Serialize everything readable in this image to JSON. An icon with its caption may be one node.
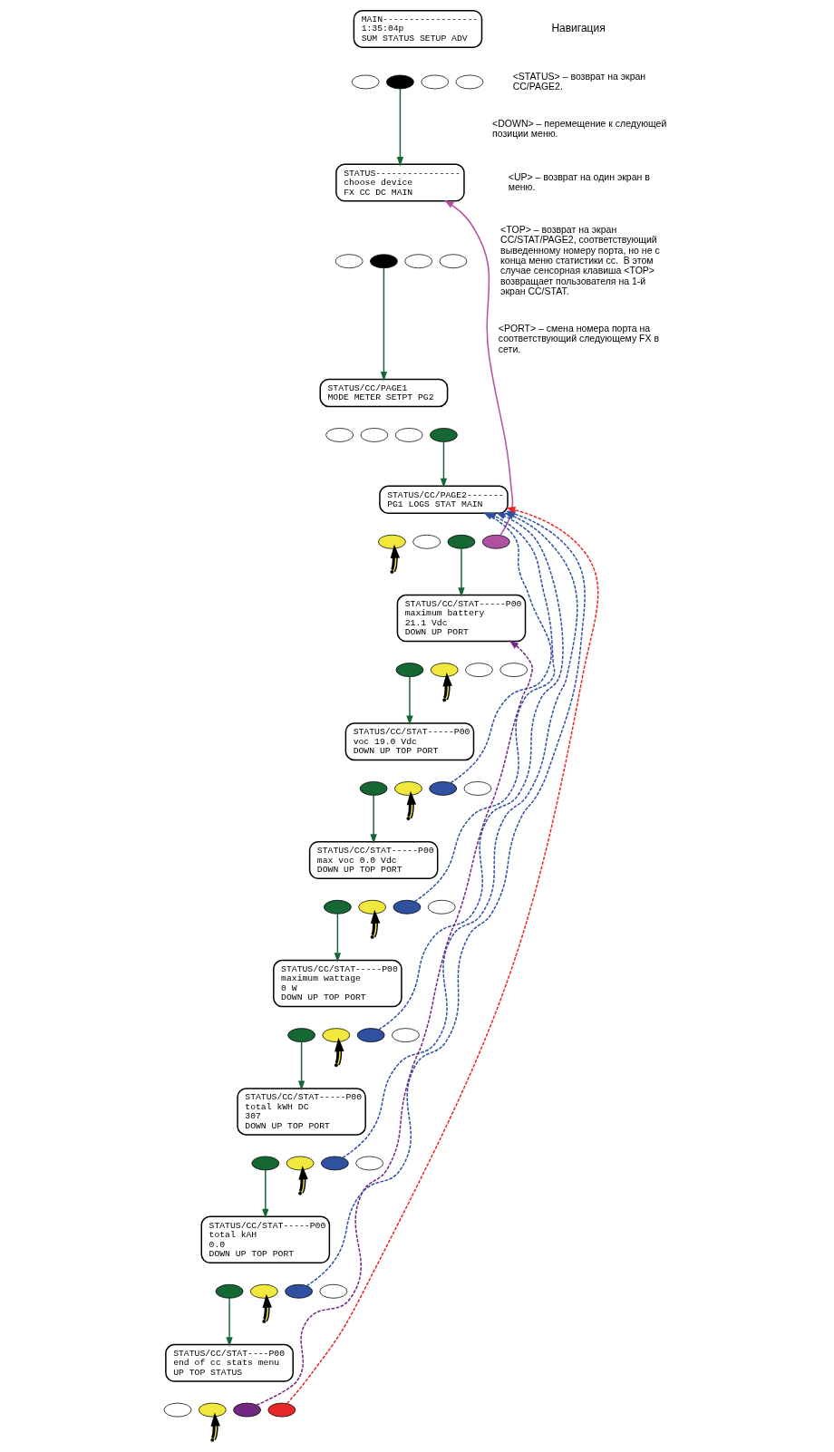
{
  "diagram": {
    "nodes": [
      {
        "text": [
          "MAIN------------------",
          "1:35:04p",
          "SUM STATUS SETUP ADV"
        ]
      },
      {
        "text": [],
        "shape": "ellipse"
      },
      {
        "text": [],
        "shape": "ellipse"
      },
      {
        "text": [],
        "shape": "ellipse"
      },
      {
        "text": [],
        "shape": "ellipse"
      },
      {
        "text": [
          "STATUS----------------",
          "choose device",
          "FX CC DC MAIN"
        ]
      },
      {
        "text": [],
        "shape": "ellipse"
      },
      {
        "text": [],
        "shape": "ellipse"
      },
      {
        "text": [],
        "shape": "ellipse"
      },
      {
        "text": [],
        "shape": "ellipse"
      },
      {
        "text": [
          "STATUS/CC/PAGE1",
          "MODE METER SETPT PG2"
        ]
      },
      {
        "text": [],
        "shape": "ellipse"
      },
      {
        "text": [],
        "shape": "ellipse"
      },
      {
        "text": [],
        "shape": "ellipse"
      },
      {
        "text": [],
        "shape": "ellipse"
      },
      {
        "text": [
          "STATUS/CC/PAGE2-------",
          "PG1 LOGS STAT MAIN"
        ]
      },
      {
        "text": [],
        "shape": "ellipse"
      },
      {
        "text": [],
        "shape": "ellipse"
      },
      {
        "text": [],
        "shape": "ellipse"
      },
      {
        "text": [],
        "shape": "ellipse"
      },
      {
        "text": [
          "STATUS/CC/STAT-----P00",
          "maximum battery",
          "21.1 Vdc",
          "DOWN UP PORT"
        ]
      },
      {
        "text": [],
        "shape": "ellipse"
      },
      {
        "text": [],
        "shape": "ellipse"
      },
      {
        "text": [],
        "shape": "ellipse"
      },
      {
        "text": [],
        "shape": "ellipse"
      },
      {
        "text": [
          "STATUS/CC/STAT-----P00",
          "voc 19.0 Vdc",
          "DOWN UP TOP PORT"
        ]
      },
      {
        "text": [],
        "shape": "ellipse"
      },
      {
        "text": [],
        "shape": "ellipse"
      },
      {
        "text": [],
        "shape": "ellipse"
      },
      {
        "text": [],
        "shape": "ellipse"
      },
      {
        "text": [
          "STATUS/CC/STAT-----P00",
          "max voc 0.0 Vdc",
          "DOWN UP TOP PORT"
        ]
      },
      {
        "text": [],
        "shape": "ellipse"
      },
      {
        "text": [],
        "shape": "ellipse"
      },
      {
        "text": [],
        "shape": "ellipse"
      },
      {
        "text": [],
        "shape": "ellipse"
      },
      {
        "text": [
          "STATUS/CC/STAT-----P00",
          "maximum wattage",
          "0 W",
          "DOWN UP TOP PORT"
        ]
      },
      {
        "text": [],
        "shape": "ellipse"
      },
      {
        "text": [],
        "shape": "ellipse"
      },
      {
        "text": [],
        "shape": "ellipse"
      },
      {
        "text": [],
        "shape": "ellipse"
      },
      {
        "text": [
          "STATUS/CC/STAT-----P00",
          "total kWH DC",
          "307",
          "DOWN UP TOP PORT"
        ]
      },
      {
        "text": [],
        "shape": "ellipse"
      },
      {
        "text": [],
        "shape": "ellipse"
      },
      {
        "text": [],
        "shape": "ellipse"
      },
      {
        "text": [],
        "shape": "ellipse"
      },
      {
        "text": [
          "STATUS/CC/STAT-----P00",
          "total kAH",
          "0.0",
          "DOWN UP TOP PORT"
        ]
      },
      {
        "text": [],
        "shape": "ellipse"
      },
      {
        "text": [],
        "shape": "ellipse"
      },
      {
        "text": [],
        "shape": "ellipse"
      },
      {
        "text": [],
        "shape": "ellipse"
      },
      {
        "text": [
          "STATUS/CC/STAT----P00",
          "end of cc stats menu",
          "UP TOP STATUS"
        ]
      },
      {
        "text": [],
        "shape": "ellipse"
      },
      {
        "text": [],
        "shape": "ellipse"
      },
      {
        "text": [],
        "shape": "ellipse"
      },
      {
        "text": [],
        "shape": "ellipse"
      }
    ],
    "edges": [
      {
        "from": 2,
        "to": 5,
        "arrow": "to"
      },
      {
        "from": 7,
        "to": 10,
        "arrow": "to"
      },
      {
        "from": 14,
        "to": 15,
        "arrow": "to"
      },
      {
        "from": null,
        "to": 16,
        "arrow": "to",
        "color": "#f0e83c"
      },
      {
        "from": 18,
        "to": 20,
        "arrow": "to"
      },
      {
        "from": 19,
        "to": 5,
        "arrow": "to",
        "color": "#b050a0"
      },
      {
        "from": 21,
        "to": 25,
        "arrow": "to"
      },
      {
        "from": null,
        "to": 22,
        "arrow": "to",
        "color": "#f0e83c"
      },
      {
        "from": 26,
        "to": 30,
        "arrow": "to"
      },
      {
        "from": null,
        "to": 27,
        "arrow": "to",
        "color": "#f0e83c"
      },
      {
        "from": 28,
        "to": 15,
        "arrow": "to",
        "style": "dashed",
        "color": "#3050a0"
      },
      {
        "from": 31,
        "to": 35,
        "arrow": "to"
      },
      {
        "from": null,
        "to": 32,
        "arrow": "to",
        "color": "#f0e83c"
      },
      {
        "from": 33,
        "to": 15,
        "arrow": "to",
        "style": "dashed",
        "color": "#3050a0"
      },
      {
        "from": 36,
        "to": 40,
        "arrow": "to"
      },
      {
        "from": null,
        "to": 37,
        "arrow": "to",
        "color": "#f0e83c"
      },
      {
        "from": 38,
        "to": 15,
        "arrow": "to",
        "style": "dashed",
        "color": "#3050a0"
      },
      {
        "from": 41,
        "to": 45,
        "arrow": "to"
      },
      {
        "from": null,
        "to": 42,
        "arrow": "to",
        "color": "#f0e83c"
      },
      {
        "from": 43,
        "to": 15,
        "arrow": "to",
        "style": "dashed",
        "color": "#3050a0"
      },
      {
        "from": 46,
        "to": 50,
        "arrow": "to"
      },
      {
        "from": null,
        "to": 47,
        "arrow": "to",
        "color": "#f0e83c"
      },
      {
        "from": 48,
        "to": 15,
        "arrow": "to",
        "style": "dashed",
        "color": "#3050a0"
      },
      {
        "from": null,
        "to": 52,
        "arrow": "to",
        "color": "#f0e83c"
      },
      {
        "from": 53,
        "to": 20,
        "arrow": "to",
        "style": "dashed",
        "color": "#702880"
      },
      {
        "from": 54,
        "to": 15,
        "arrow": "to",
        "style": "dashed",
        "color": "#e82828"
      }
    ],
    "labels": [
      "Навигация",
      "<STATUS> – возврат на экран CC/PAGE2.",
      "<DOWN> – перемещение к следующей позиции меню.",
      "<UP> – возврат на один экран в меню.",
      "<TOP> – возврат на экран CC/STAT/PAGE2, соответствующий выведенному номеру порта, но не с конца меню статистики cc.  В этом случае сенсорная клавиша <TOP> возвращает пользователя на 1-й экран CC/STAT.",
      "<PORT> – смена номера порта на соответствующий следующему FX в сети."
    ]
  }
}
